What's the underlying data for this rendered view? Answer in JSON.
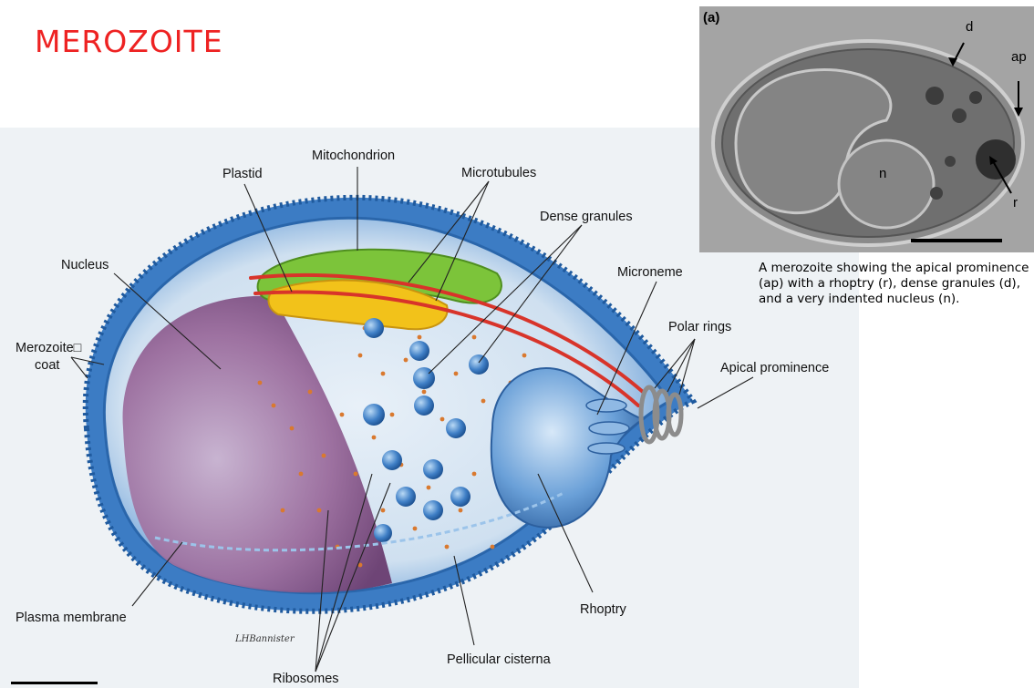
{
  "title": "MEROZOITE",
  "diagram": {
    "labels": {
      "mitochondrion": "Mitochondrion",
      "plastid": "Plastid",
      "microtubules": "Microtubules",
      "dense_granules": "Dense granules",
      "nucleus": "Nucleus",
      "microneme": "Microneme",
      "polar_rings": "Polar rings",
      "merozoite_coat_line1": "Merozoite□",
      "merozoite_coat_line2": "coat",
      "apical_prominence": "Apical prominence",
      "plasma_membrane": "Plasma membrane",
      "rhoptry": "Rhoptry",
      "pellicular_cisterna": "Pellicular cisterna",
      "ribosomes": "Ribosomes"
    },
    "artist_signature": "LHBannister"
  },
  "micrograph": {
    "panel_label": "(a)",
    "labels": {
      "d": "d",
      "ap": "ap",
      "n": "n",
      "r": "r"
    },
    "caption": "A merozoite showing the apical prominence (ap) with a rhoptry (r), dense granules (d), and a very indented nucleus (n)."
  },
  "colors": {
    "title": "#ee2222",
    "cell_blue": "#3f7fc6",
    "mitochondrion_green": "#7cc43a",
    "plastid_yellow": "#f2c21a",
    "microtubule_red": "#d8342a",
    "nucleus_purple": "#8a5a8c",
    "ribosome_orange": "#d9792f"
  }
}
